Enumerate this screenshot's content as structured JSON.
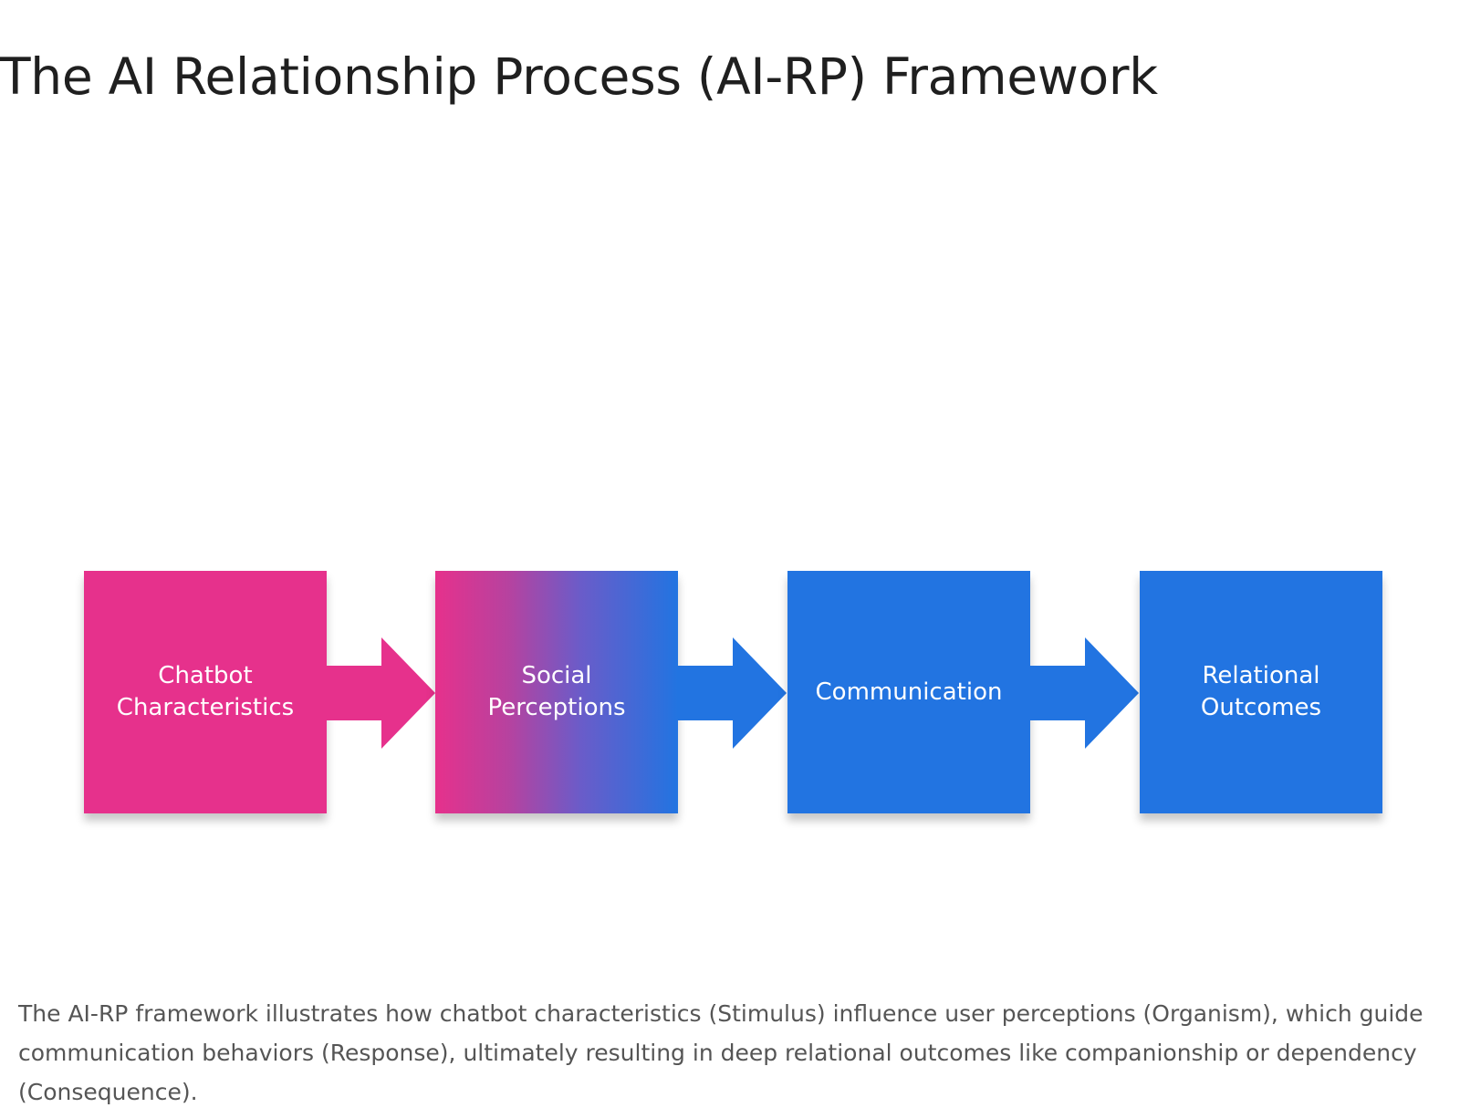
{
  "title": "The AI Relationship Process (AI-RP) Framework",
  "diagram": {
    "colors": {
      "pink": "#e6318c",
      "blue": "#2274e1"
    },
    "steps": [
      {
        "label": "Chatbot\nCharacteristics"
      },
      {
        "label": "Social\nPerceptions"
      },
      {
        "label": "Communication"
      },
      {
        "label": "Relational\nOutcomes"
      }
    ]
  },
  "caption": "The AI-RP framework illustrates how chatbot characteristics (Stimulus) influence user perceptions (Organism), which guide communication behaviors (Response), ultimately resulting in deep relational outcomes like companionship or dependency (Consequence)."
}
